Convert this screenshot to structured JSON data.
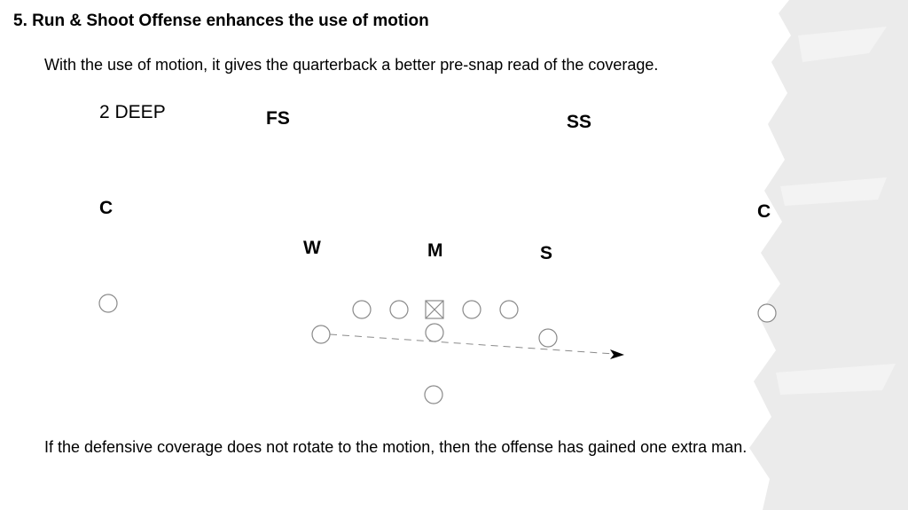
{
  "slide": {
    "title": "5.  Run & Shoot Offense enhances the use of motion",
    "subtitle": "With the use of motion, it gives the quarterback a better pre-snap read of the coverage.",
    "coverage_label": "2 DEEP",
    "footer": "If the defensive coverage does not rotate to the motion, then the offense has gained one extra man."
  },
  "defense": {
    "fs": "FS",
    "ss": "SS",
    "c_left": "C",
    "c_right": "C",
    "w": "W",
    "m": "M",
    "s": "S"
  },
  "colors": {
    "background_texture": "#ebebeb",
    "player_stroke": "#8a8a8a",
    "motion_line": "#8a8a8a"
  }
}
